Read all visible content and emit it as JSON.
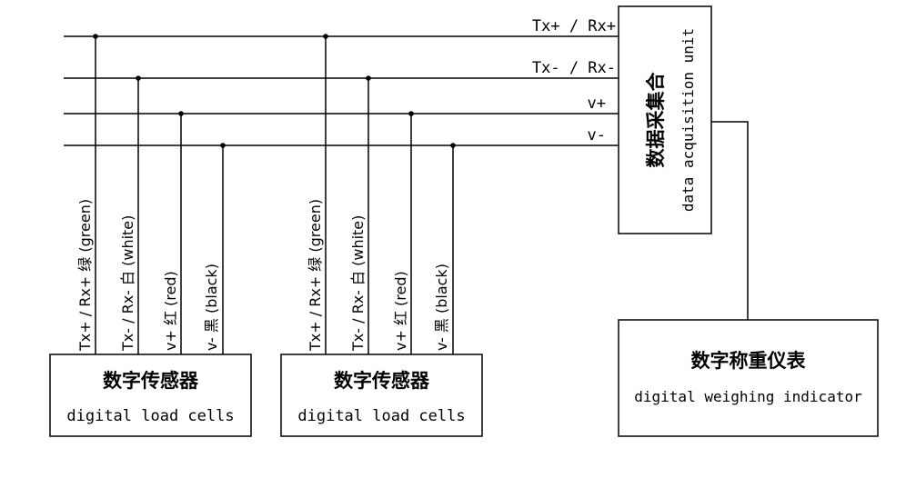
{
  "bus_labels": {
    "tx_rx_plus": "Tx+ / Rx+",
    "tx_rx_minus": "Tx- / Rx-",
    "v_plus": "v+",
    "v_minus": "v-"
  },
  "wire_labels": [
    "Tx+ / Rx+ 绿 (green)",
    "Tx- / Rx- 白 (white)",
    "v+ 红 (red)",
    "v- 黑 (black)"
  ],
  "load_cell_groups": [
    {
      "title_cn": "数字传感器",
      "title_en": "digital load cells"
    },
    {
      "title_cn": "数字传感器",
      "title_en": "digital load cells"
    }
  ],
  "acquisition_unit": {
    "title_cn": "数据采集合",
    "title_en": "data acquisition unit"
  },
  "indicator": {
    "title_cn": "数字称重仪表",
    "title_en": "digital weighing indicator"
  }
}
